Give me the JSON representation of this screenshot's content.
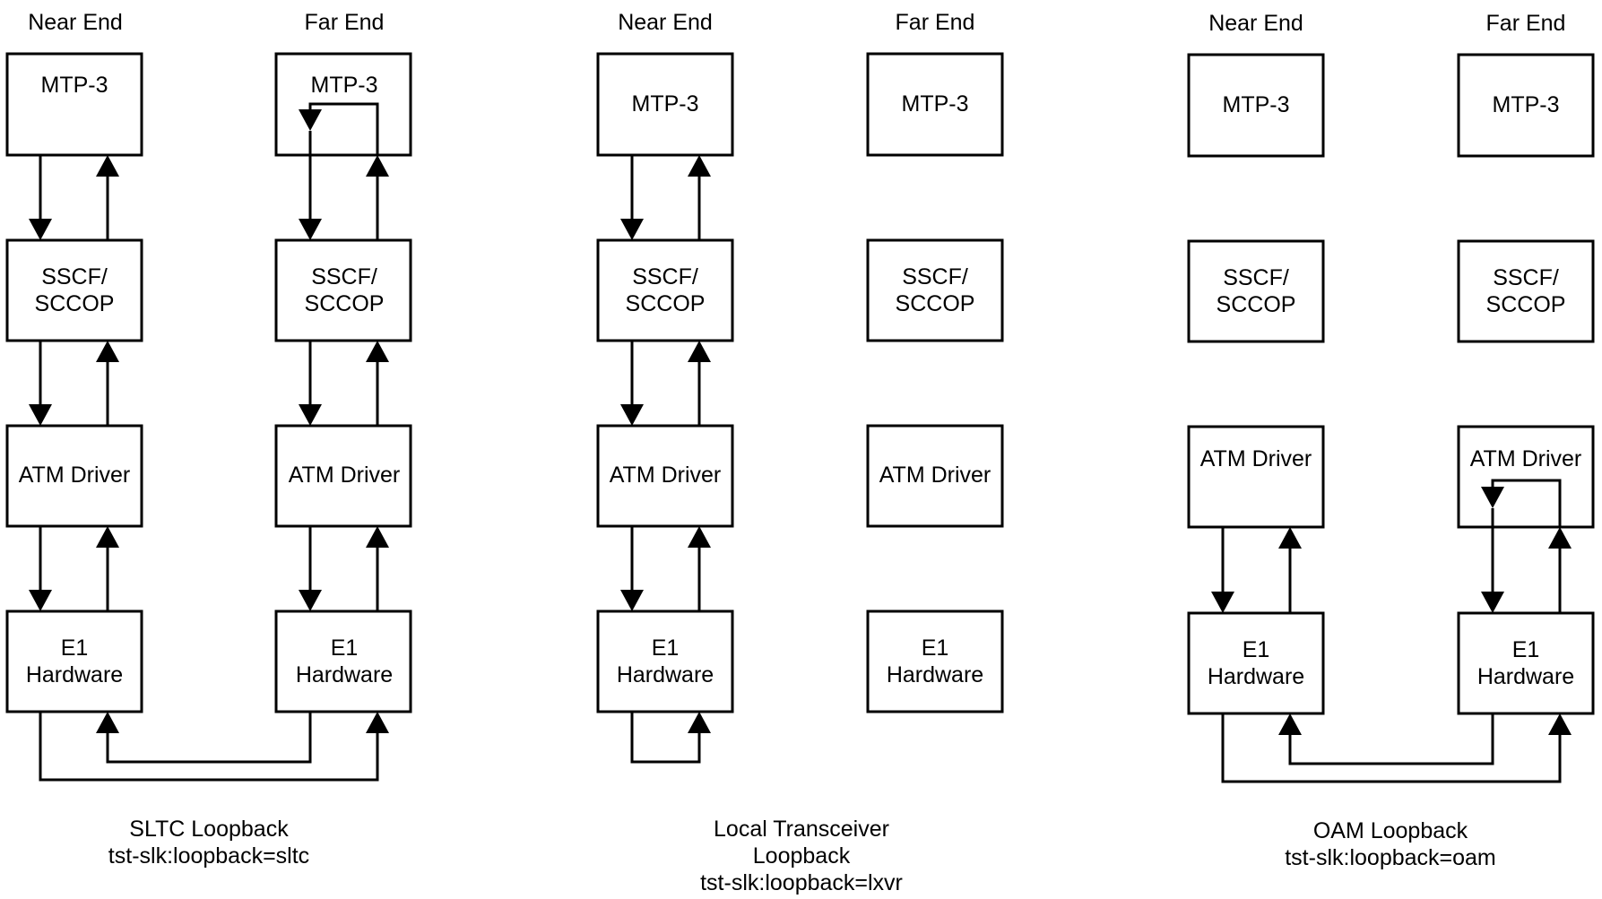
{
  "ink_color": "#000000",
  "background_color": "#ffffff",
  "headers": {
    "near_end": "Near End",
    "far_end": "Far End"
  },
  "layers": {
    "mtp3": "MTP-3",
    "sscf_line1": "SSCF/",
    "sscf_line2": "SCCOP",
    "atm": "ATM Driver",
    "e1_line1": "E1",
    "e1_line2": "Hardware"
  },
  "captions": {
    "sltc": {
      "line1": "SLTC Loopback",
      "line2": "tst-slk:loopback=sltc"
    },
    "lxvr": {
      "line1": "Local Transceiver",
      "line2": "Loopback",
      "line3": "tst-slk:loopback=lxvr"
    },
    "oam": {
      "line1": "OAM Loopback",
      "line2": "tst-slk:loopback=oam"
    }
  }
}
